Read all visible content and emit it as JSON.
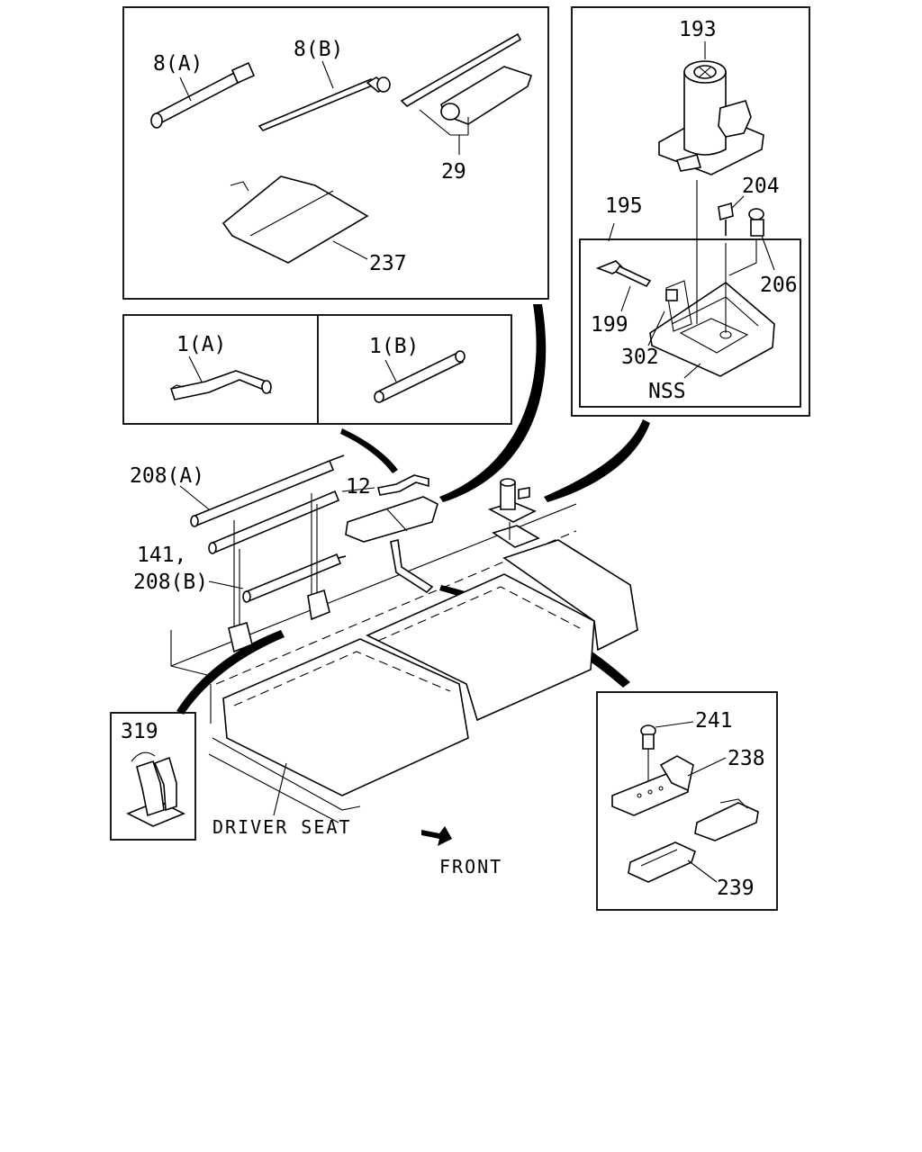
{
  "callouts": {
    "p8a": "8(A)",
    "p8b": "8(B)",
    "p29": "29",
    "p237": "237",
    "p193": "193",
    "p204": "204",
    "p195": "195",
    "p206": "206",
    "p199": "199",
    "p302": "302",
    "nss": "NSS",
    "p1a": "1(A)",
    "p1b": "1(B)",
    "p208a": "208(A)",
    "p12": "12",
    "p141": "141,",
    "p208b": "208(B)",
    "p319": "319",
    "p241": "241",
    "p238": "238",
    "p239": "239"
  },
  "captions": {
    "driver_seat": "DRIVER SEAT",
    "front": "FRONT"
  }
}
